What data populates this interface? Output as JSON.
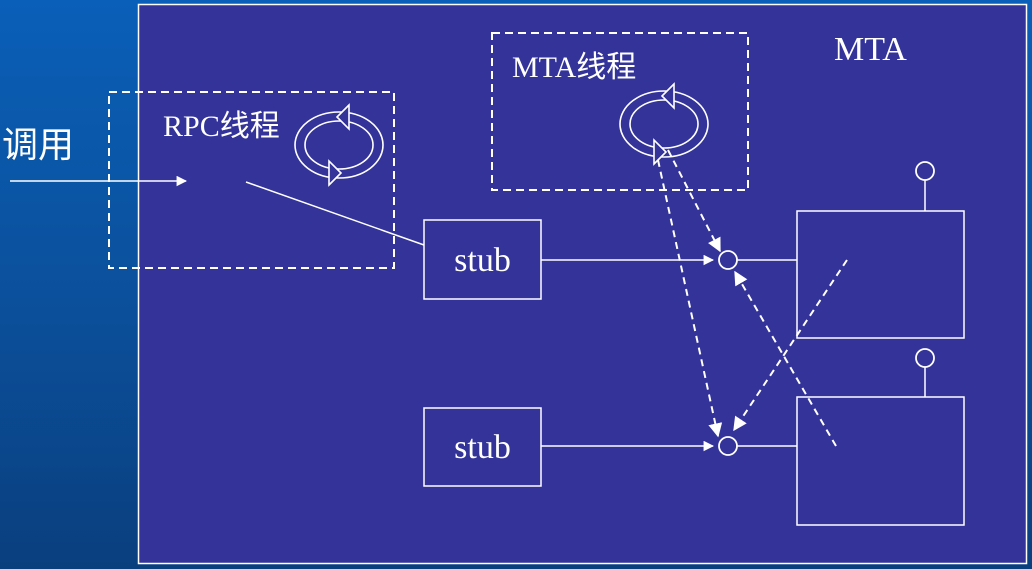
{
  "caller_label": "调用",
  "main_box_label": "MTA",
  "rpc_thread_label": "RPC线程",
  "mta_thread_label": "MTA线程",
  "stubs": [
    {
      "label": "stub"
    },
    {
      "label": "stub"
    }
  ],
  "colors": {
    "background": "#0b4f9a",
    "panel": "#333399",
    "stroke": "#ffffff"
  }
}
